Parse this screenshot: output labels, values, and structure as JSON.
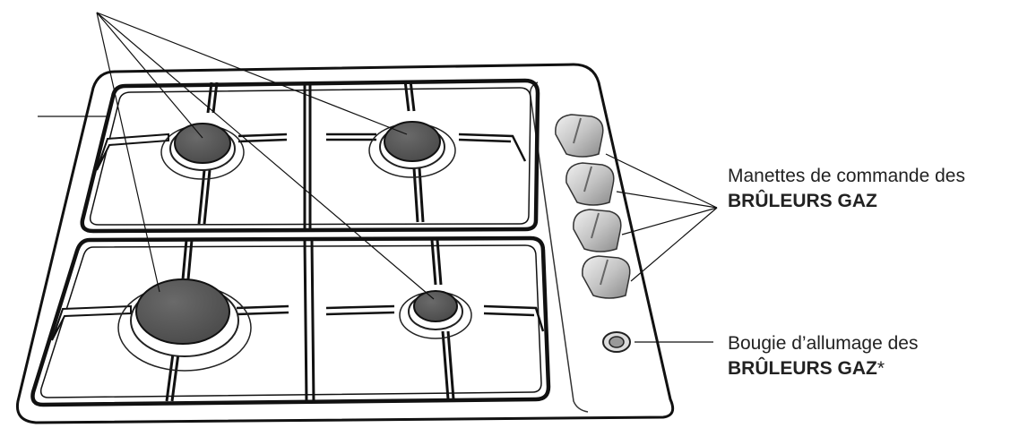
{
  "labels": {
    "controls_line1": "Manettes de commande des",
    "controls_line2": "BRÛLEURS GAZ",
    "spark_line1": "Bougie d’allumage des",
    "spark_line2": "BRÛLEURS GAZ",
    "spark_asterisk": "*"
  },
  "colors": {
    "outline": "#111111",
    "burner_cap": "#555555",
    "knob": "#c8c8c8",
    "label_text": "#222222"
  },
  "icons": {
    "burner": "burner-icon",
    "knob": "knob-icon",
    "igniter": "spark-plug-icon"
  }
}
